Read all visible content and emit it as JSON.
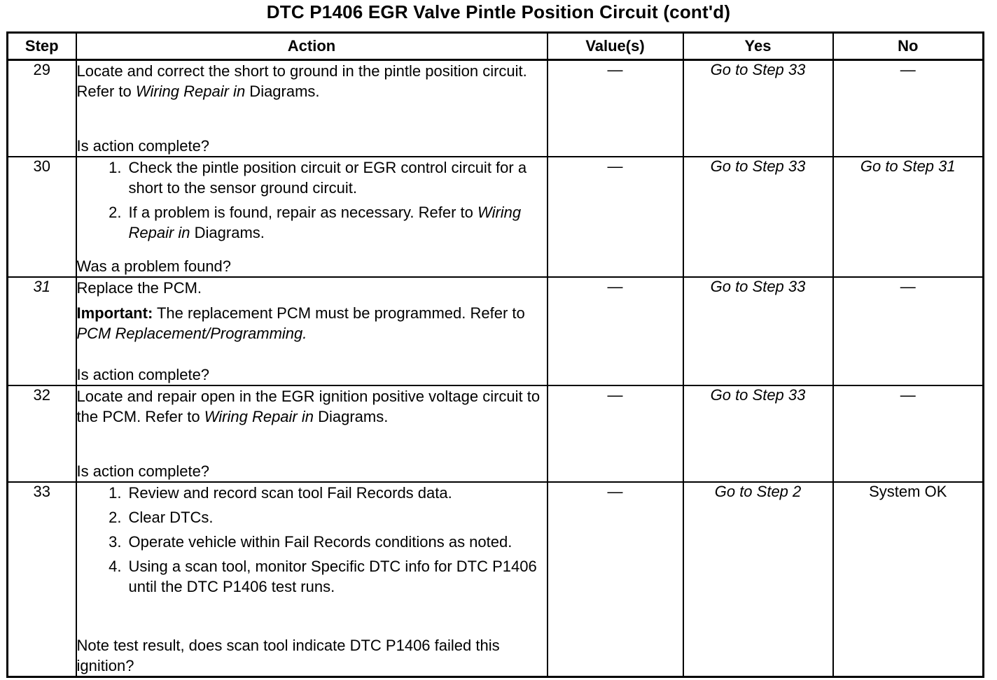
{
  "title": "DTC P1406 EGR Valve Pintle Position Circuit (cont'd)",
  "headers": {
    "step": "Step",
    "action": "Action",
    "values": "Value(s)",
    "yes": "Yes",
    "no": "No"
  },
  "rows": [
    {
      "step": "29",
      "p1_a": "Locate and correct the short to ground in the pintle position circuit. Refer to ",
      "p1_i": "Wiring Repair in",
      "p1_b": " Diagrams.",
      "question": "Is action complete?",
      "value": "—",
      "yes": "Go to Step 33",
      "no": "—"
    },
    {
      "step": "30",
      "item1": "Check the pintle position circuit or EGR control circuit for a short to the sensor ground circuit.",
      "item2_a": "If a problem is found, repair as necessary. Refer to ",
      "item2_i": "Wiring Repair in",
      "item2_b": " Diagrams.",
      "question": "Was a problem found?",
      "value": "—",
      "yes": "Go to Step 33",
      "no": "Go to Step 31"
    },
    {
      "step": "31",
      "p1": "Replace the PCM.",
      "important_label": "Important:",
      "important_text": " The replacement PCM must be programmed. Refer to ",
      "important_i": "PCM Replacement/Programming.",
      "question": "Is action complete?",
      "value": "—",
      "yes": "Go to Step 33",
      "no": "—"
    },
    {
      "step": "32",
      "p1_a": "Locate and repair open in the EGR ignition positive voltage circuit to the PCM. Refer to ",
      "p1_i": "Wiring Repair in",
      "p1_b": " Diagrams.",
      "question": "Is action complete?",
      "value": "—",
      "yes": "Go to Step 33",
      "no": "—"
    },
    {
      "step": "33",
      "items": [
        "Review and record scan tool Fail Records data.",
        "Clear DTCs.",
        "Operate vehicle within Fail Records conditions as noted.",
        "Using a scan tool, monitor Specific DTC info for DTC P1406 until the DTC P1406 test runs."
      ],
      "question": "Note test result, does scan tool indicate DTC P1406 failed this ignition?",
      "value": "—",
      "yes": "Go to Step 2",
      "no": "System OK"
    }
  ]
}
